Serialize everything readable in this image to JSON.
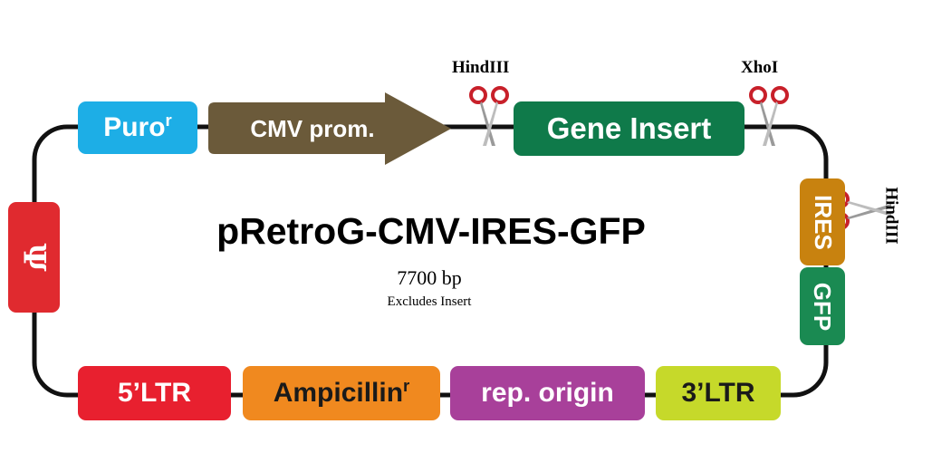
{
  "title": "pRetroG-CMV-IRES-GFP",
  "size": "7700 bp",
  "note": "Excludes Insert",
  "sites": [
    {
      "name": "HindIII"
    },
    {
      "name": "XhoI"
    },
    {
      "name": "HindIII"
    }
  ],
  "elements": {
    "puro": {
      "label": "Puro",
      "sup": "r",
      "color": "#1daee6"
    },
    "cmv": {
      "label": "CMV prom.",
      "color": "#6b5a3a"
    },
    "gene": {
      "label": "Gene Insert",
      "color": "#0f7a4a"
    },
    "ires": {
      "label": "IRES",
      "color": "#c8820f"
    },
    "gfp": {
      "label": "GFP",
      "color": "#1a8a52"
    },
    "ltr3": {
      "label": "3’LTR",
      "color": "#c6d92a"
    },
    "rep": {
      "label": "rep. origin",
      "color": "#a8409a"
    },
    "amp": {
      "label": "Ampicillin",
      "sup": "r",
      "color": "#f0891f"
    },
    "ltr5": {
      "label": "5’LTR",
      "color": "#e8202f"
    },
    "psi": {
      "label": "Ψ",
      "color": "#e02a2f"
    }
  }
}
